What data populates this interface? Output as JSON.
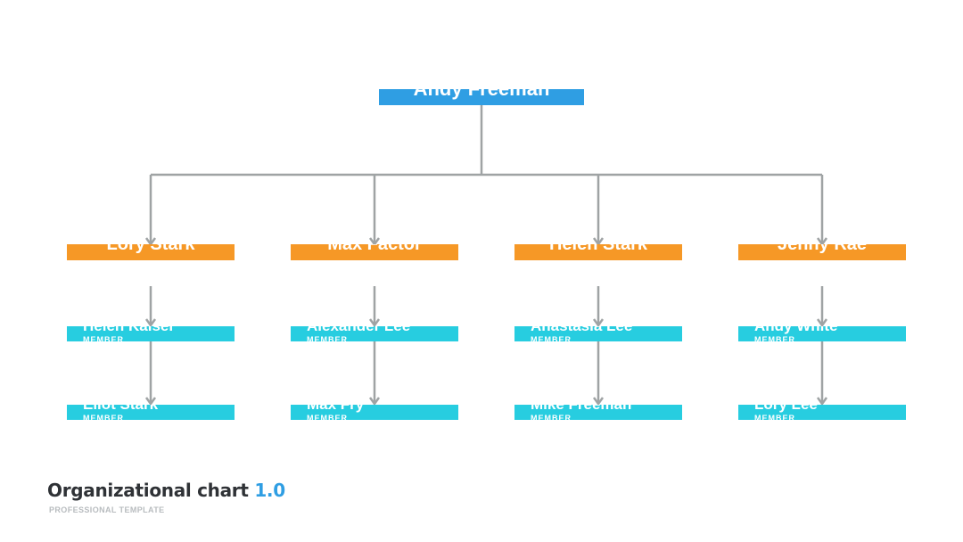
{
  "colors": {
    "root": "#2f9ee3",
    "head": "#f69826",
    "member": "#27cde0",
    "connector": "#9fa3a4",
    "title_version": "#2f9ee3"
  },
  "org": {
    "root": {
      "name": "Andy Freeman"
    },
    "departments": [
      {
        "head": {
          "name": "Lory Stark"
        },
        "members": [
          {
            "name": "Helen Kaiser",
            "role": "MEMBER"
          },
          {
            "name": "Eliot Stark",
            "role": "MEMBER"
          }
        ]
      },
      {
        "head": {
          "name": "Max Factor"
        },
        "members": [
          {
            "name": "Alexander Lee",
            "role": "MEMBER"
          },
          {
            "name": "Max Fry",
            "role": "MEMBER"
          }
        ]
      },
      {
        "head": {
          "name": "Helen Stark"
        },
        "members": [
          {
            "name": "Anastasia Lee",
            "role": "MEMBER"
          },
          {
            "name": "Mike Freeman",
            "role": "MEMBER"
          }
        ]
      },
      {
        "head": {
          "name": "Jenny Rae"
        },
        "members": [
          {
            "name": "Andy White",
            "role": "MEMBER"
          },
          {
            "name": "Lory Lee",
            "role": "MEMBER"
          }
        ]
      }
    ]
  },
  "footer": {
    "title": "Organizational chart",
    "version": "1.0",
    "subtitle": "PROFESSIONAL TEMPLATE"
  }
}
